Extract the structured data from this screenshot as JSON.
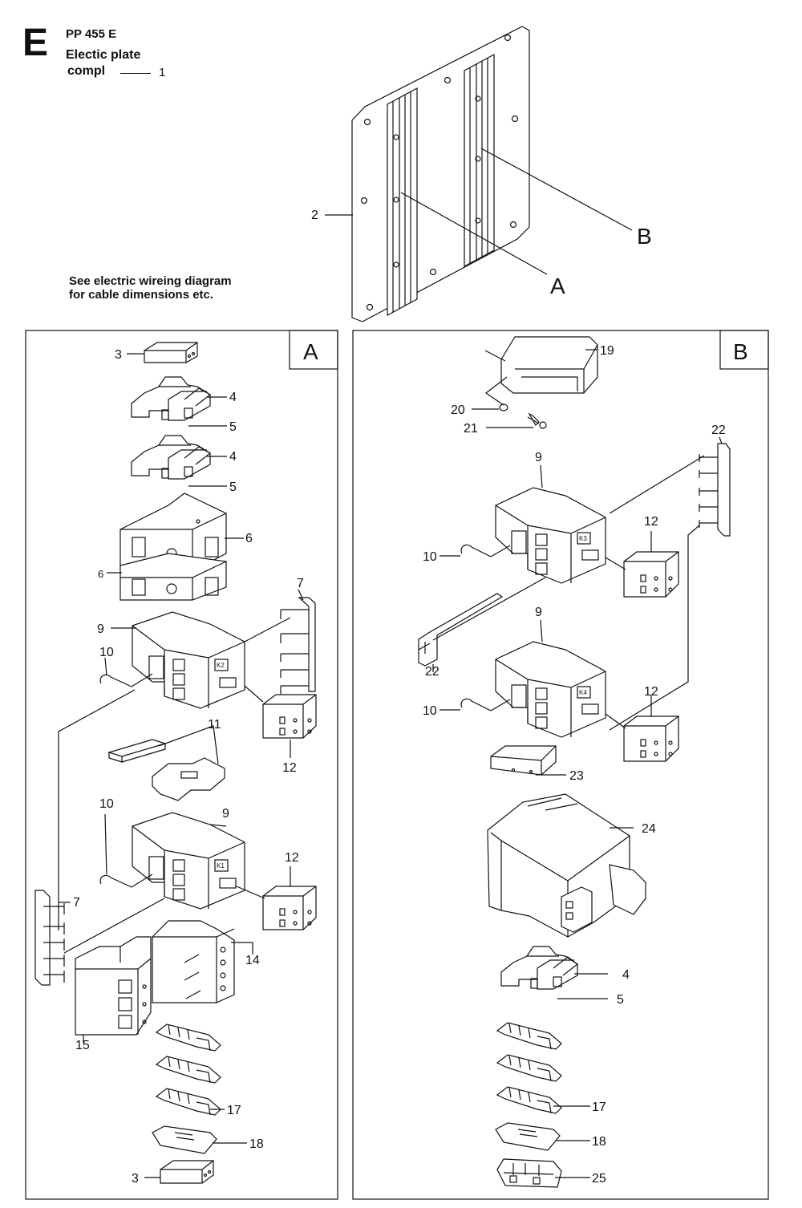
{
  "header": {
    "section_letter": "E",
    "model": "PP 455 E",
    "title_line1": "Electic plate",
    "title_line2": "compl",
    "title_part_no": "1"
  },
  "note": {
    "line1": "See electric wireing diagram",
    "line2": "for cable dimensions etc."
  },
  "plate": {
    "part_label": "2",
    "callout_a": "A",
    "callout_b": "B"
  },
  "panel_a": {
    "letter": "A",
    "labels": [
      "3",
      "4",
      "5",
      "4",
      "5",
      "6",
      "6",
      "7",
      "9",
      "10",
      "11",
      "12",
      "10",
      "9",
      "12",
      "7",
      "14",
      "15",
      "17",
      "18",
      "3"
    ]
  },
  "panel_b": {
    "letter": "B",
    "labels": [
      "19",
      "20",
      "21",
      "22",
      "9",
      "12",
      "10",
      "22",
      "9",
      "12",
      "10",
      "23",
      "24",
      "4",
      "5",
      "17",
      "18",
      "25"
    ]
  }
}
